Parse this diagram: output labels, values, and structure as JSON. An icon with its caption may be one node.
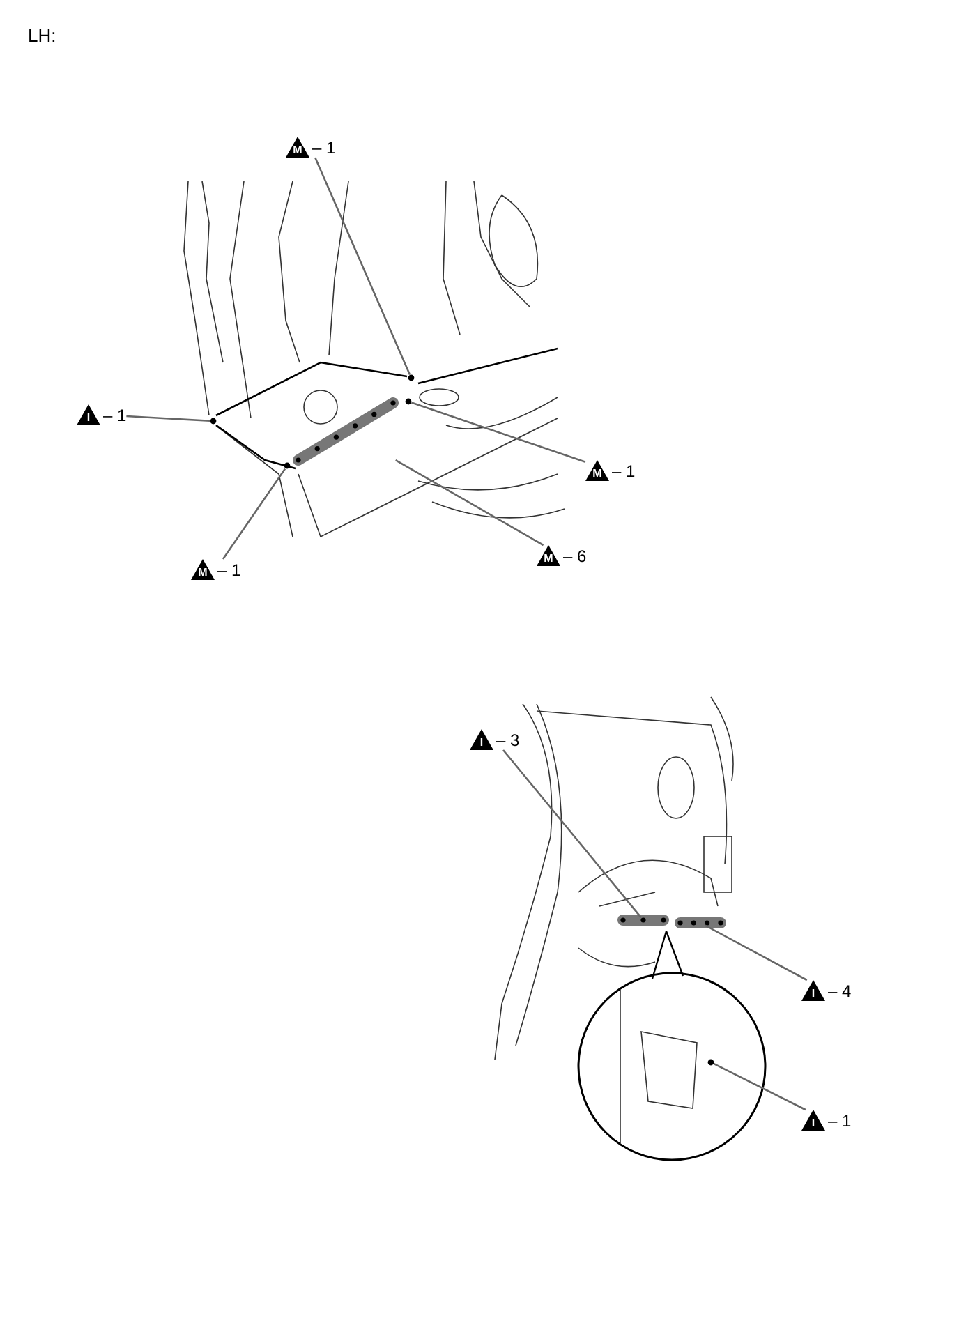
{
  "diagram": {
    "nodes": [
      {
        "text": [
          "M",
          "– 1"
        ]
      },
      {
        "text": [
          "I",
          "– 1"
        ]
      },
      {
        "text": [
          "M",
          "– 1"
        ]
      },
      {
        "text": [
          "M",
          "– 1"
        ]
      },
      {
        "text": [
          "M",
          "– 6"
        ]
      },
      {
        "text": [
          "I",
          "– 3"
        ]
      },
      {
        "text": [
          "I",
          "– 4"
        ]
      },
      {
        "text": [
          "I",
          "– 1"
        ]
      },
      {
        "text": [],
        "shape": "circle"
      },
      {
        "text": [],
        "shape": "circle"
      },
      {
        "text": [],
        "shape": "circle"
      },
      {
        "text": [],
        "shape": "circle"
      },
      {
        "text": [],
        "shape": "bar"
      },
      {
        "text": [],
        "shape": "bar"
      },
      {
        "text": [],
        "shape": "bar"
      },
      {
        "text": [],
        "shape": "circle"
      }
    ],
    "edges": [
      {
        "from": 0,
        "to": 8,
        "arrow": "none"
      },
      {
        "from": 1,
        "to": 9,
        "arrow": "none"
      },
      {
        "from": 2,
        "to": 10,
        "arrow": "none"
      },
      {
        "from": 3,
        "to": 11,
        "arrow": "none"
      },
      {
        "from": 4,
        "to": 12,
        "arrow": "none"
      },
      {
        "from": 5,
        "to": 13,
        "arrow": "none"
      },
      {
        "from": 6,
        "to": 14,
        "arrow": "none"
      },
      {
        "from": 7,
        "to": 15,
        "arrow": "none"
      }
    ],
    "labels": [
      "LH:"
    ]
  }
}
